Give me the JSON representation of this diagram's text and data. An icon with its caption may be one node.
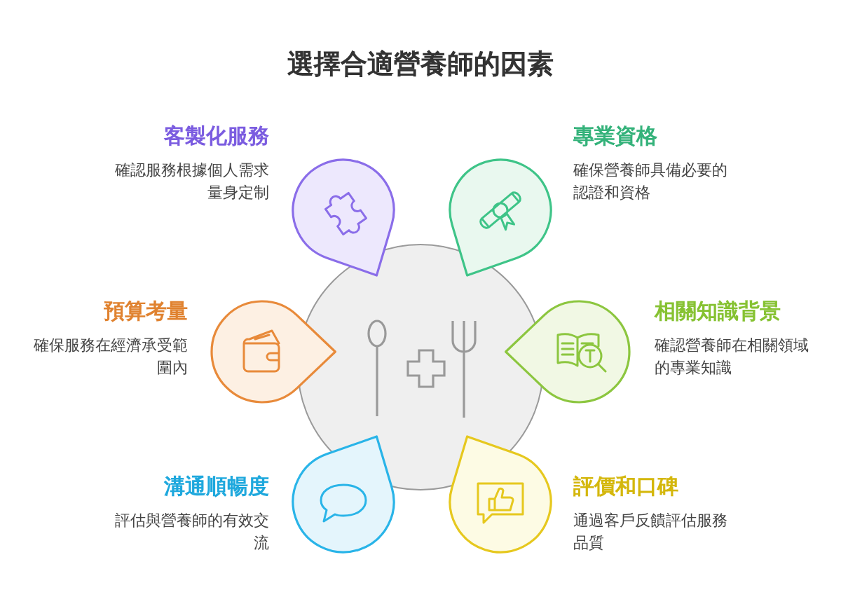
{
  "diagram": {
    "title": "選擇合適營養師的因素",
    "nodes": [
      {
        "text": [],
        "shape": "circle"
      },
      {
        "text": [
          "客製化服務",
          "確認服務根據個人需求量身定制"
        ]
      },
      {
        "text": [
          "專業資格",
          "確保營養師具備必要的認證和資格"
        ]
      },
      {
        "text": [
          "預算考量",
          "確保服務在經濟承受範圍內"
        ]
      },
      {
        "text": [
          "相關知識背景",
          "確認營養師在相關領域的專業知識"
        ]
      },
      {
        "text": [
          "溝通順暢度",
          "評估與營養師的有效交流"
        ]
      },
      {
        "text": [
          "評價和口碑",
          "通過客戶反饋評估服務品質"
        ]
      }
    ]
  }
}
